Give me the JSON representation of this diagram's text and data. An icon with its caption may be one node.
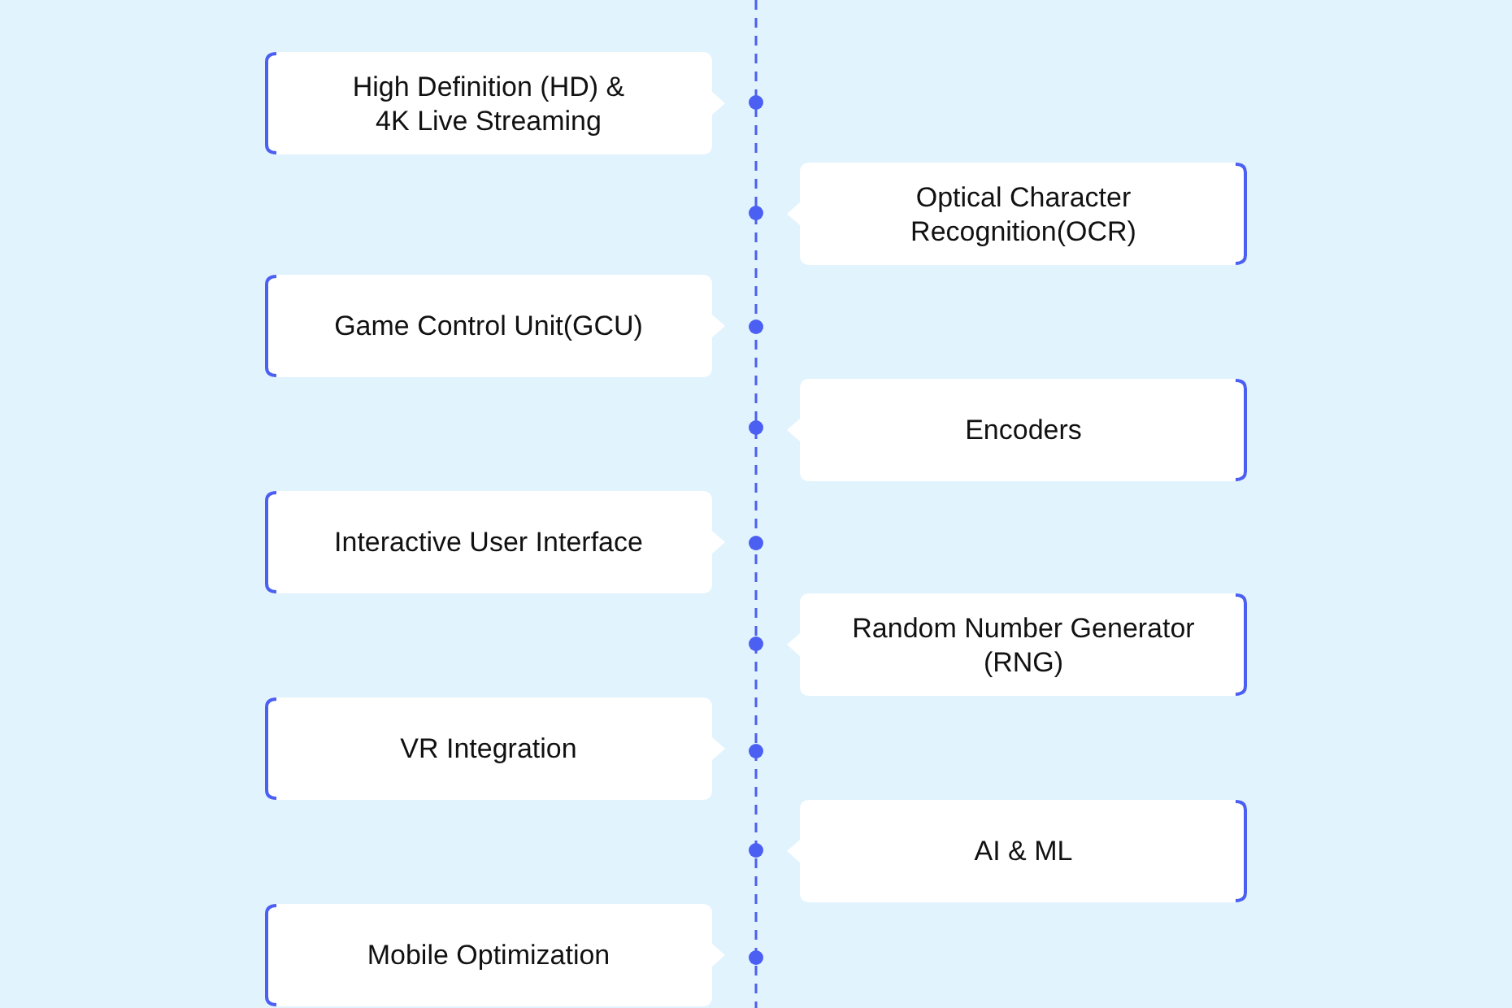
{
  "diagram": {
    "nodes": [
      {
        "text": [
          "High Definition (HD) & 4K Live Streaming"
        ]
      },
      {
        "text": [
          "Optical Character Recognition(OCR)"
        ]
      },
      {
        "text": [
          "Game Control Unit(GCU)"
        ]
      },
      {
        "text": [
          "Encoders"
        ]
      },
      {
        "text": [
          "Interactive User Interface"
        ]
      },
      {
        "text": [
          "Random Number Generator (RNG)"
        ]
      },
      {
        "text": [
          "VR Integration"
        ]
      },
      {
        "text": [
          "AI & ML"
        ]
      },
      {
        "text": [
          "Mobile Optimization"
        ]
      }
    ],
    "edges": []
  }
}
